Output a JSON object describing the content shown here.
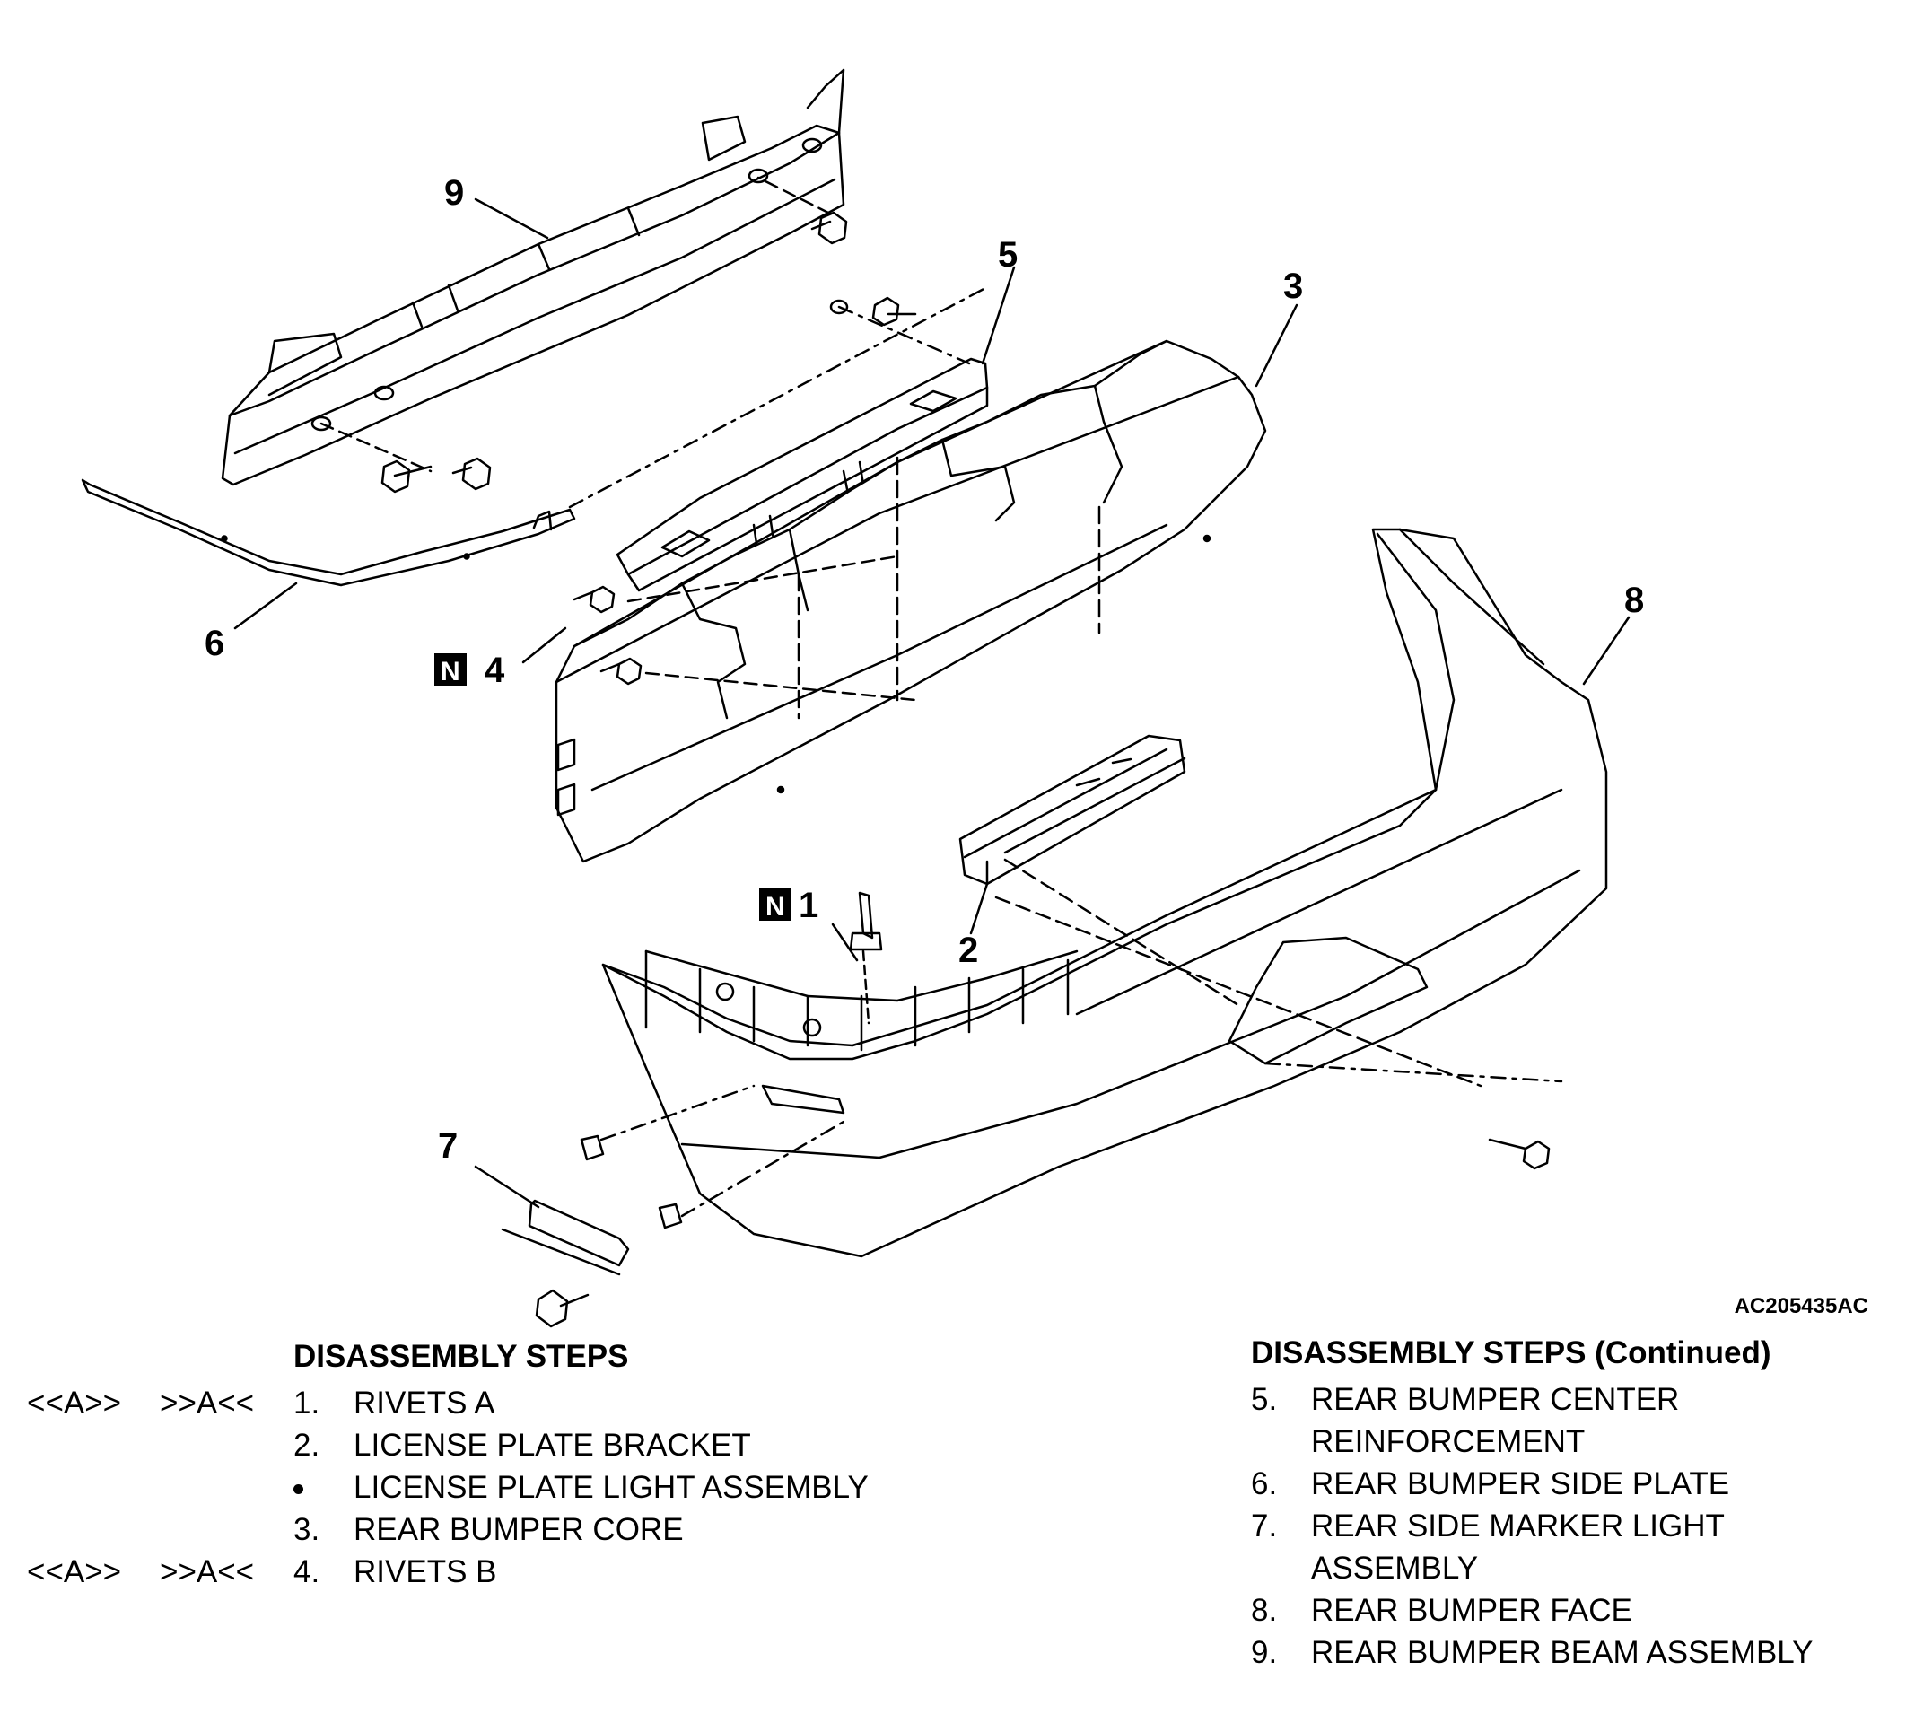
{
  "callouts": {
    "c1": "1",
    "c2": "2",
    "c3": "3",
    "c4": "4",
    "c5": "5",
    "c6": "6",
    "c7": "7",
    "c8": "8",
    "c9": "9",
    "n_tag": "N"
  },
  "figure_code": "AC205435AC",
  "left_steps": {
    "title": "DISASSEMBLY STEPS",
    "items": [
      {
        "pre": "<<A>>",
        "post": ">>A<<",
        "num": "1.",
        "text": "RIVETS A"
      },
      {
        "pre": "",
        "post": "",
        "num": "2.",
        "text": "LICENSE PLATE BRACKET"
      },
      {
        "pre": "",
        "post": "",
        "num": "bullet",
        "text": "LICENSE PLATE LIGHT ASSEMBLY"
      },
      {
        "pre": "",
        "post": "",
        "num": "3.",
        "text": "REAR BUMPER CORE"
      },
      {
        "pre": "<<A>>",
        "post": ">>A<<",
        "num": "4.",
        "text": "RIVETS B"
      }
    ]
  },
  "right_steps": {
    "title": "DISASSEMBLY STEPS (Continued)",
    "items": [
      {
        "num": "5.",
        "text": "REAR BUMPER CENTER"
      },
      {
        "num": "",
        "text": "REINFORCEMENT"
      },
      {
        "num": "6.",
        "text": "REAR BUMPER SIDE PLATE"
      },
      {
        "num": "7.",
        "text": "REAR SIDE MARKER LIGHT"
      },
      {
        "num": "",
        "text": "ASSEMBLY"
      },
      {
        "num": "8.",
        "text": "REAR BUMPER FACE"
      },
      {
        "num": "9.",
        "text": "REAR BUMPER BEAM ASSEMBLY"
      }
    ]
  }
}
